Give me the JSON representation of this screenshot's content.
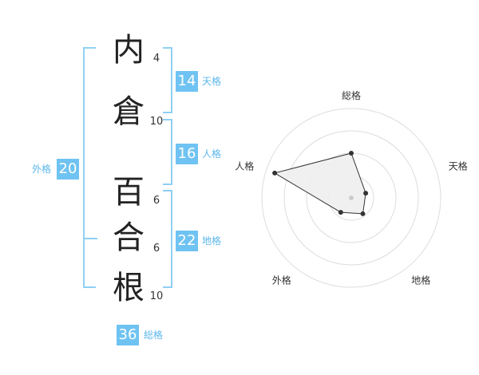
{
  "name": {
    "surname": [
      {
        "char": "内",
        "strokes": "4"
      },
      {
        "char": "倉",
        "strokes": "10"
      }
    ],
    "given": [
      {
        "char": "百",
        "strokes": "6"
      },
      {
        "char": "合",
        "strokes": "6"
      },
      {
        "char": "根",
        "strokes": "10"
      }
    ]
  },
  "fortunes": {
    "tenkaku": {
      "label": "天格",
      "value": "14"
    },
    "jinkaku": {
      "label": "人格",
      "value": "16"
    },
    "chikaku": {
      "label": "地格",
      "value": "22"
    },
    "gaikaku": {
      "label": "外格",
      "value": "20"
    },
    "soukaku": {
      "label": "総格",
      "value": "36"
    }
  },
  "colors": {
    "badge": "#6fc3f2",
    "bracket": "#8fd0f4",
    "badge_label": "#5bb7ec",
    "radar_fill": "#eeeeee",
    "radar_line": "#333333",
    "grid": "#dddddd"
  },
  "chart_data": {
    "type": "radar",
    "axes": [
      "総格",
      "天格",
      "地格",
      "外格",
      "人格"
    ],
    "values": [
      0.5,
      0.17,
      0.22,
      0.2,
      0.9
    ],
    "range": [
      0,
      1
    ],
    "rings": 4
  }
}
